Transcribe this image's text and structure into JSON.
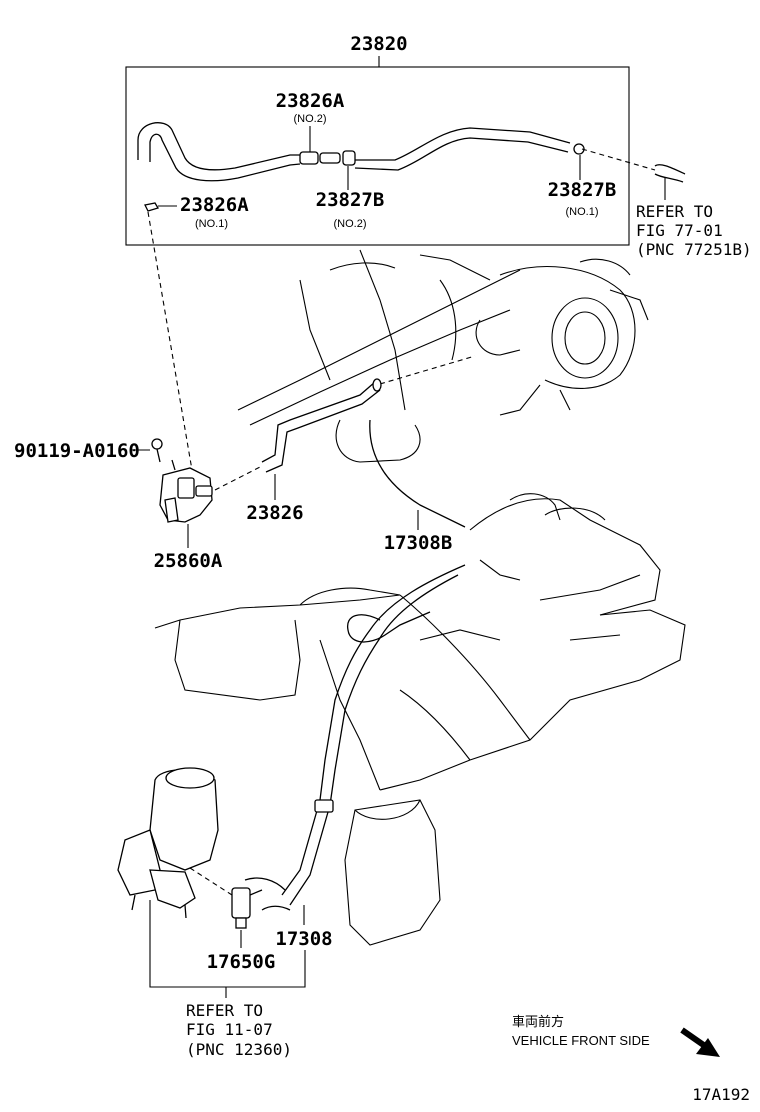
{
  "labels": {
    "assembly": "23820",
    "hose_no2_a": "23826A",
    "hose_no2_a_sub": "(NO.2)",
    "hose_no1_a": "23826A",
    "hose_no1_a_sub": "(NO.1)",
    "clip_no2_b": "23827B",
    "clip_no2_b_sub": "(NO.2)",
    "clip_no1_b": "23827B",
    "clip_no1_b_sub": "(NO.1)",
    "bolt": "90119-A0160",
    "hose": "23826",
    "valve": "25860A",
    "hose_17308b": "17308B",
    "hose_17308": "17308",
    "vsv": "17650G",
    "diagram_code": "17A192"
  },
  "refer_top": {
    "line1": "REFER TO",
    "line2": "FIG 77-01",
    "line3": "(PNC 77251B)"
  },
  "refer_bottom": {
    "line1": "REFER TO",
    "line2": "FIG 11-07",
    "line3": "(PNC 12360)"
  },
  "vehicle_front": {
    "japanese": "車両前方",
    "english": "VEHICLE FRONT SIDE"
  }
}
